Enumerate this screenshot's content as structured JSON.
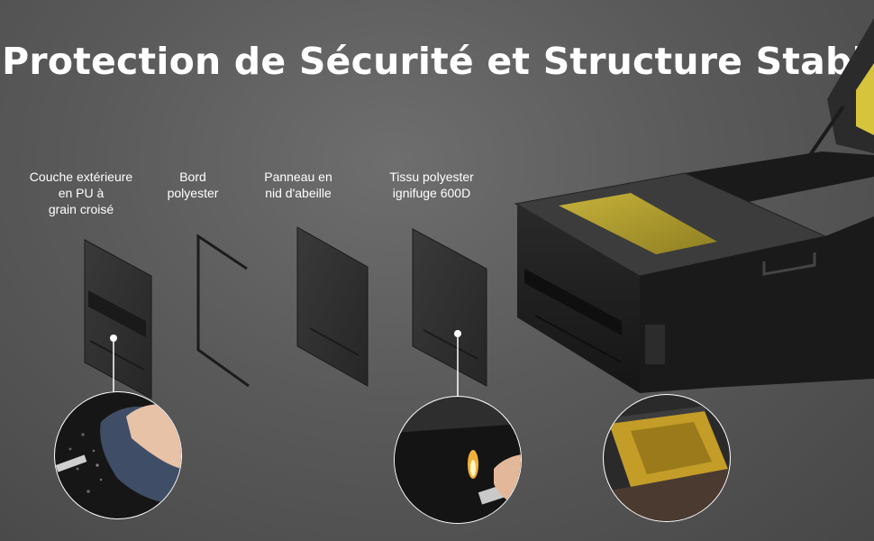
{
  "title": "Protection de Sécurité et Structure Stable",
  "layers": [
    {
      "lines": [
        "Couche extérieure",
        "en PU à",
        "grain croisé"
      ]
    },
    {
      "lines": [
        "Bord",
        "polyester"
      ]
    },
    {
      "lines": [
        "Panneau en",
        "nid d'abeille"
      ]
    },
    {
      "lines": [
        "Tissu polyester",
        "ignifuge 600D"
      ]
    }
  ],
  "colors": {
    "accent_yellow": "#b7a633",
    "panel_dark": "#2c2c2c",
    "box_dark": "#1f1f1f"
  },
  "icons": [
    "water-drop-detail",
    "flame-lighter-detail",
    "yellow-window-detail"
  ]
}
